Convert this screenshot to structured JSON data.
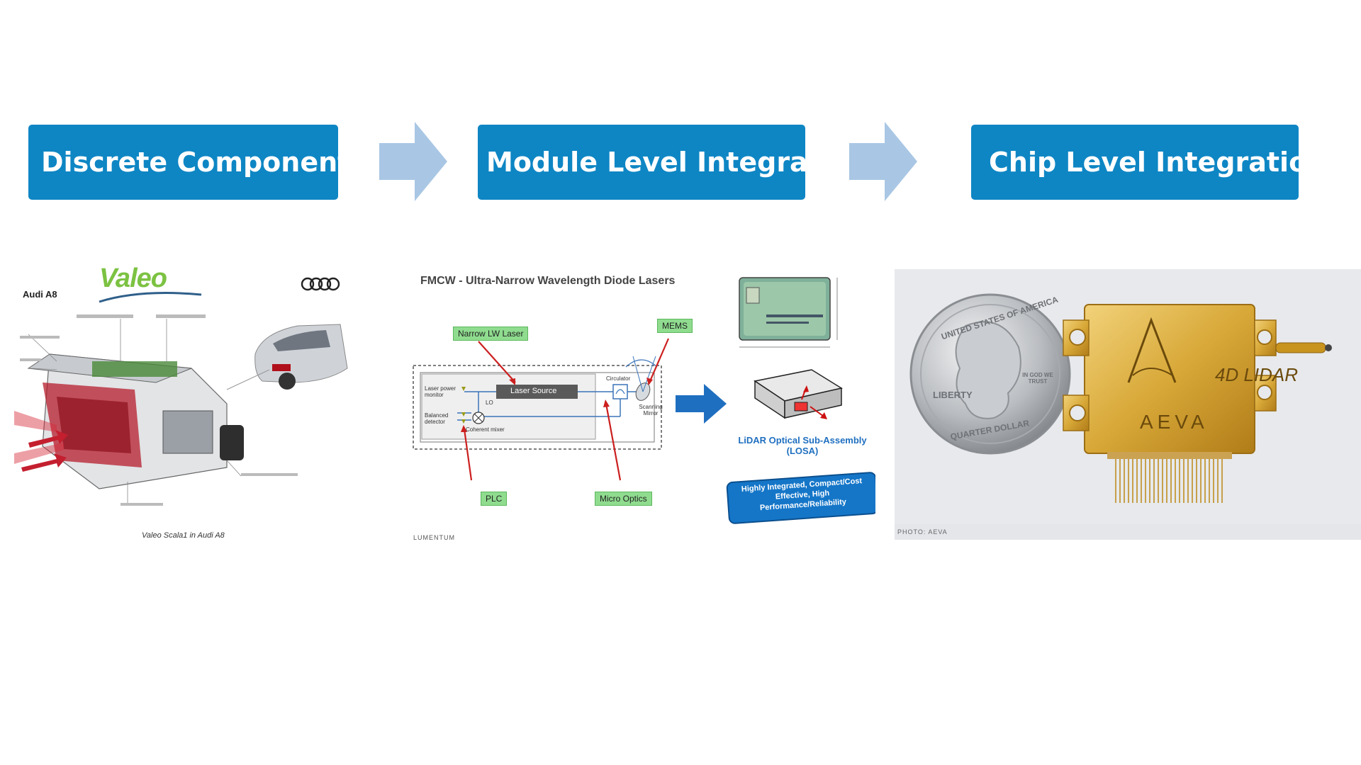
{
  "stages": [
    {
      "label": "Discrete Components"
    },
    {
      "label": "Module Level Integration"
    },
    {
      "label": "Chip Level Integration"
    }
  ],
  "panel_discrete": {
    "model": "Audi A8",
    "brand": "Valeo",
    "caption": "Valeo Scala1 in Audi A8"
  },
  "panel_module": {
    "title": "FMCW - Ultra-Narrow Wavelength Diode Lasers",
    "labels": {
      "narrow_lw_laser": "Narrow LW Laser",
      "mems": "MEMS",
      "laser_source": "Laser Source",
      "laser_power_monitor": "Laser power monitor",
      "balanced_detector": "Balanced detector",
      "coherent_mixer": "Coherent mixer",
      "circulator": "Circulator",
      "scanning_mirror": "Scanning Mirror",
      "lo": "LO",
      "plc": "PLC",
      "micro_optics": "Micro Optics"
    },
    "losa_label": "LiDAR Optical Sub-Assembly (LOSA)",
    "badge_text": "Highly Integrated, Compact/Cost Effective, High Performance/Reliability",
    "footer_logo": "LUMENTUM"
  },
  "panel_chip": {
    "product_text": "4D LIDAR",
    "brand": "AEVA",
    "coin_texts": [
      "UNITED STATES OF AMERICA",
      "LIBERTY",
      "IN GOD WE TRUST",
      "QUARTER DOLLAR"
    ],
    "credit": "PHOTO: AEVA"
  },
  "colors": {
    "stage_blue": "#0e86c4",
    "arrow_light_blue": "#a9c7e4",
    "gold": "#d8a838",
    "valeo_green": "#7cc242"
  }
}
